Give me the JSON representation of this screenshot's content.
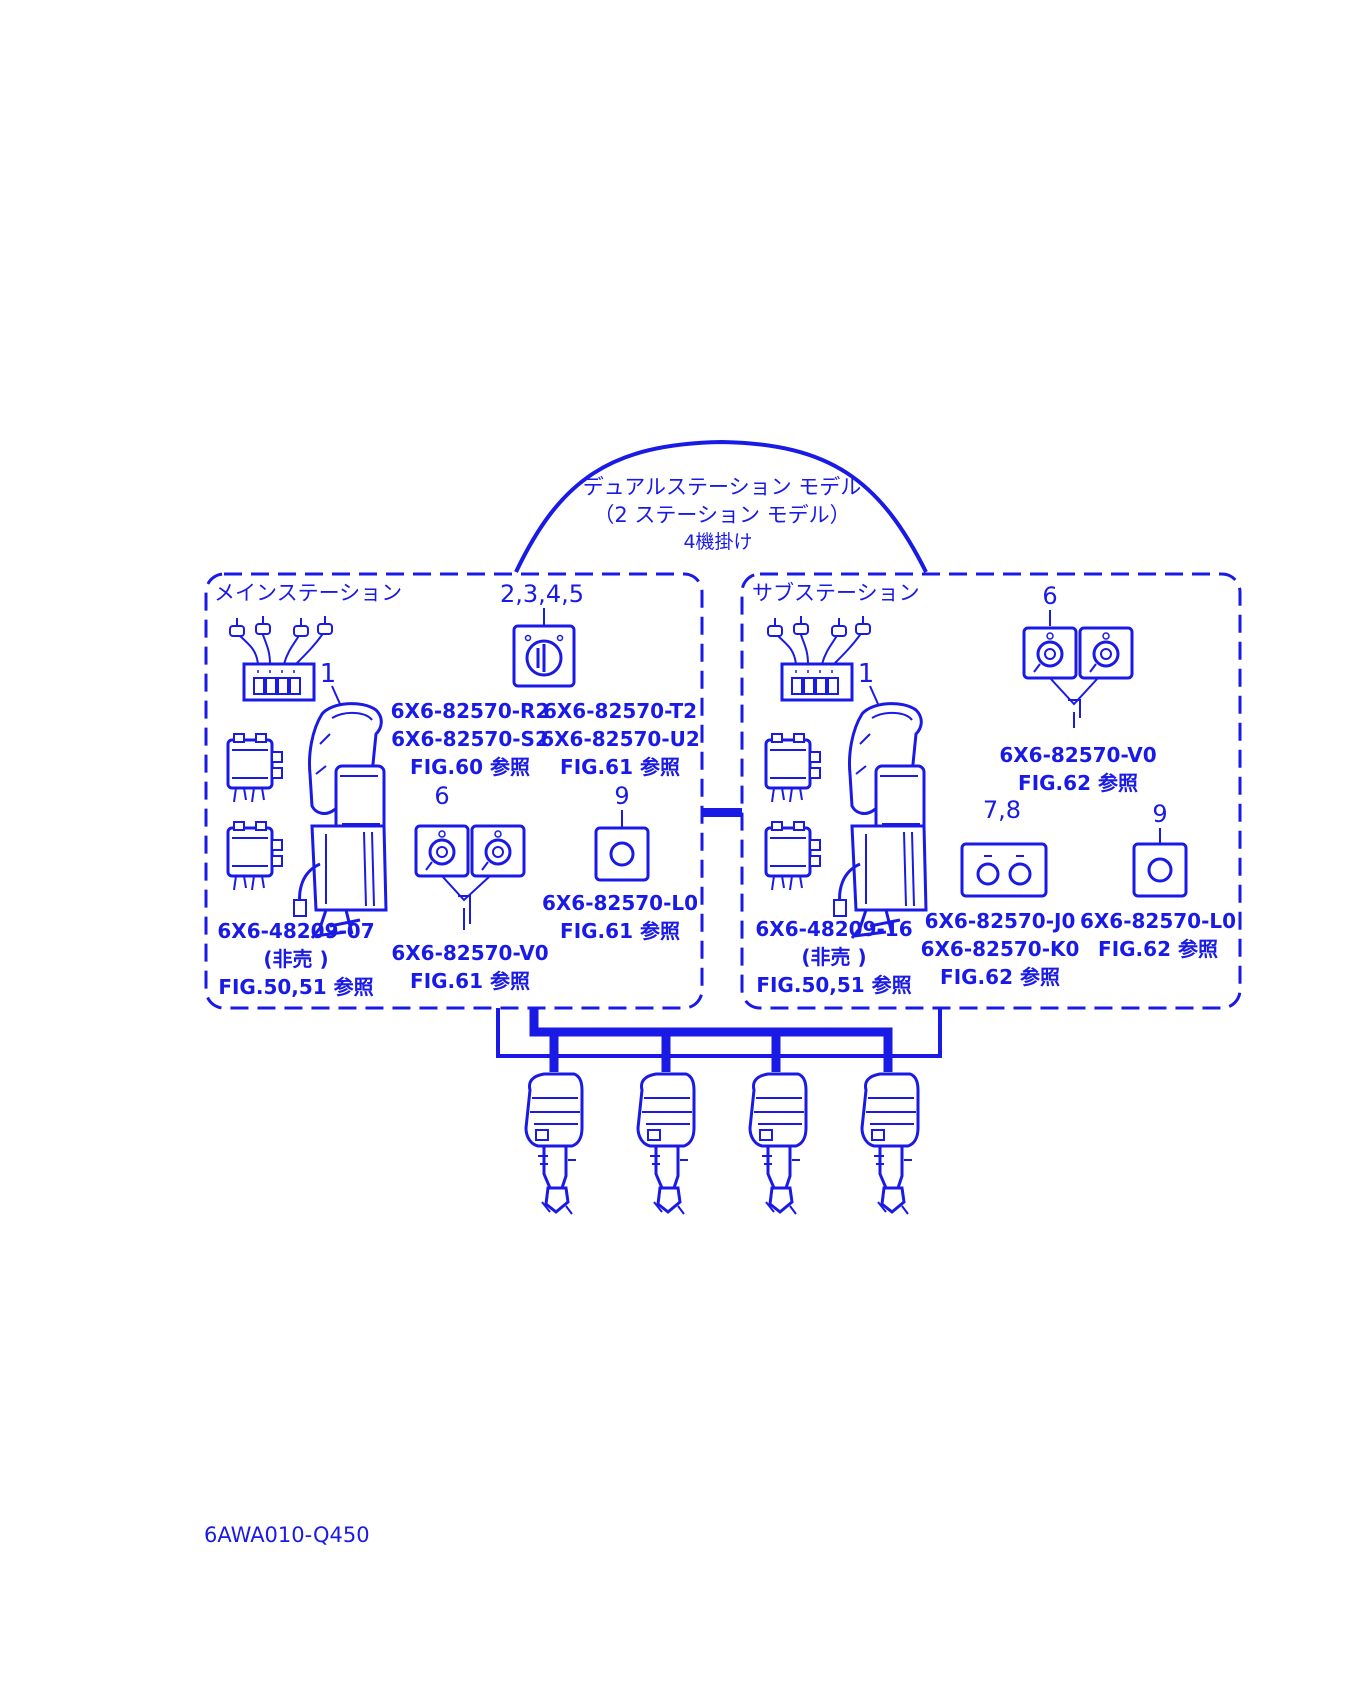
{
  "header": {
    "line1": "デュアルステーション モデル",
    "line2": "（2 ステーション モデル）",
    "line3": "4機掛け"
  },
  "main_station": {
    "title": "メインステーション",
    "callout_switch": "2,3,4,5",
    "callout_lever": "1",
    "callout_keyswitch": "6",
    "callout_button": "9",
    "switch_parts": [
      "6X6-82570-R2",
      "6X6-82570-S2"
    ],
    "switch_ref": "FIG.60 参照",
    "switch_parts_b": [
      "6X6-82570-T2",
      "6X6-82570-U2"
    ],
    "switch_ref_b": "FIG.61 参照",
    "lever_part": "6X6-48209-07",
    "lever_note": "(非売 )",
    "lever_ref": "FIG.50,51 参照",
    "key_part": "6X6-82570-V0",
    "key_ref": "FIG.61 参照",
    "button_part": "6X6-82570-L0",
    "button_ref": "FIG.61 参照"
  },
  "sub_station": {
    "title": "サブステーション",
    "callout_lever": "1",
    "callout_keyswitch": "6",
    "callout_dual": "7,8",
    "callout_button": "9",
    "key_part": "6X6-82570-V0",
    "key_ref": "FIG.62 参照",
    "lever_part": "6X6-48209-16",
    "lever_note": "(非売 )",
    "lever_ref": "FIG.50,51 参照",
    "dual_parts": [
      "6X6-82570-J0",
      "6X6-82570-K0"
    ],
    "dual_ref": "FIG.62 参照",
    "button_part": "6X6-82570-L0",
    "button_ref": "FIG.62 参照"
  },
  "footer": {
    "code": "6AWA010-Q450"
  },
  "colors": {
    "ink": "#1a1ae6",
    "paper": "#ffffff"
  },
  "engine_count": 4
}
